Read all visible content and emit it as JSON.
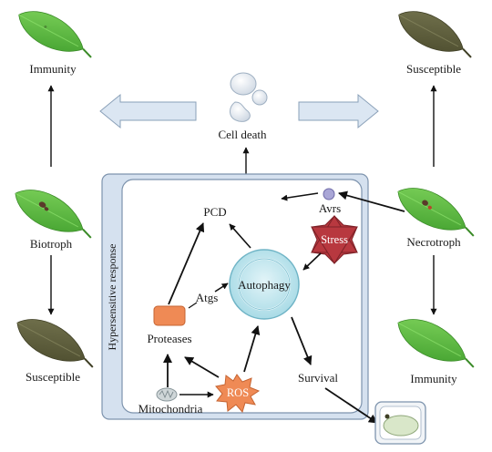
{
  "labels": {
    "immunity_left": "Immunity",
    "susceptible_right": "Susceptible",
    "cell_death": "Cell death",
    "biotroph": "Biotroph",
    "necrotroph": "Necrotroph",
    "susceptible_left": "Susceptible",
    "immunity_right": "Immunity",
    "hypersensitive_response": "Hypersensitive response",
    "pcd": "PCD",
    "avrs": "Avrs",
    "stress": "Stress",
    "autophagy": "Autophagy",
    "atgs": "Atgs",
    "proteases": "Proteases",
    "ros": "ROS",
    "survival": "Survival",
    "mitochondria": "Mitochondria"
  },
  "colors": {
    "healthy_leaf": "#5bbd3e",
    "diseased_leaf": "#5a5a38",
    "panel_fill": "#d5e1ef",
    "panel_stroke": "#7d93ad",
    "big_arrow_fill": "#dbe6f2",
    "stress_star": "#b8383f",
    "ros_star": "#ef8a55",
    "protease_box": "#ef8a55",
    "autophagy_fill": "#bfe4ec"
  }
}
